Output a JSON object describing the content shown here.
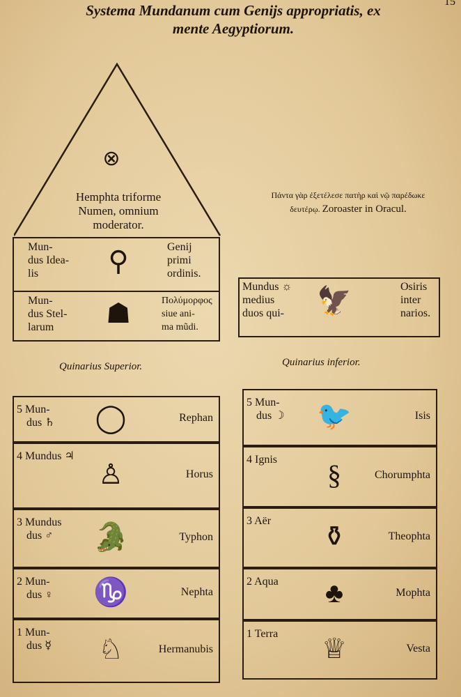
{
  "page": {
    "title_line1": "Systema Mundanum cum Genijs appropriatis, ex",
    "title_line2": "mente Aegyptiorum.",
    "page_number": "15"
  },
  "apex": {
    "label_line1": "Hemphta triforme",
    "label_line2": "Numen, omnium",
    "label_line3": "moderator.",
    "icon": "winged-globe-icon"
  },
  "quote": {
    "greek_line1": "Πάντα γὰρ ἐξετέλεσε πατὴρ καὶ νῷ παρέδωκε",
    "greek_line2": "δευτέρῳ.",
    "citation": "Zoroaster in Oracul."
  },
  "left": {
    "idealis": {
      "l1": "Mun-",
      "l2": "dus Idea-",
      "l3": "lis",
      "r1": "Genij",
      "r2": "primi",
      "r3": "ordinis."
    },
    "stellarum": {
      "l1": "Mun-",
      "l2": "dus Stel-",
      "l3": "larum",
      "r1": "Πολύμορφος",
      "r2": "siue ani-",
      "r3": "ma mũdi."
    },
    "heading": "Quinarius Superior.",
    "rows": [
      {
        "num": "5",
        "l1": "Mun-",
        "l2": "dus ♄",
        "genius": "Rephan",
        "icon": "ouroboros-icon",
        "glyph": "◯"
      },
      {
        "num": "4",
        "l1": "Mundus ♃",
        "l2": "",
        "genius": "Horus",
        "icon": "figure-icon",
        "glyph": "♙"
      },
      {
        "num": "3",
        "l1": "Mundus",
        "l2": "dus ♂",
        "genius": "Typhon",
        "icon": "crocodile-icon",
        "glyph": "🐊"
      },
      {
        "num": "2",
        "l1": "Mun-",
        "l2": "dus ♀",
        "genius": "Nephta",
        "icon": "goat-icon",
        "glyph": "♑"
      },
      {
        "num": "1",
        "l1": "Mun-",
        "l2": "dus ☿",
        "genius": "Hermanubis",
        "icon": "jackal-figure-icon",
        "glyph": "♘"
      }
    ]
  },
  "right": {
    "medius": {
      "l1": "Mundus ☼",
      "l2": "medius",
      "l3": "duos qui-",
      "r1": "Osiris",
      "r2": "inter",
      "r3": "narios."
    },
    "heading": "Quinarius inferior.",
    "rows": [
      {
        "num": "5",
        "l1": "Mun-",
        "l2": "dus ☽",
        "genius": "Isis",
        "icon": "bird-icon",
        "glyph": "🐦"
      },
      {
        "num": "4",
        "l1": "Ignis",
        "l2": "",
        "genius": "Chorumphta",
        "icon": "serpent-icon",
        "glyph": "§"
      },
      {
        "num": "3",
        "l1": "Aër",
        "l2": "",
        "genius": "Theophta",
        "icon": "winged-scarab-icon",
        "glyph": "⚱"
      },
      {
        "num": "2",
        "l1": "Aqua",
        "l2": "",
        "genius": "Mophta",
        "icon": "plant-icon",
        "glyph": "♣"
      },
      {
        "num": "1",
        "l1": "Terra",
        "l2": "",
        "genius": "Vesta",
        "icon": "seated-figure-icon",
        "glyph": "♕"
      }
    ]
  }
}
